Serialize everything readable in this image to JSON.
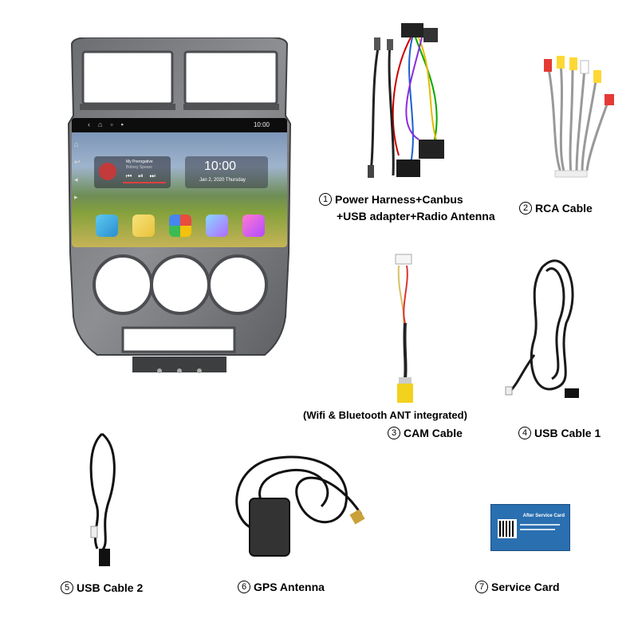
{
  "head_unit": {
    "status_time": "10:00",
    "music_widget": {
      "title": "My Prerogative",
      "artist": "Britney Spears"
    },
    "clock_widget": {
      "time": "10:00",
      "date": "Jan 2, 2020  Thursday"
    }
  },
  "items": [
    {
      "number": "1",
      "label": "Power Harness+Canbus",
      "label_line2": "+USB adapter+Radio Antenna"
    },
    {
      "number": "2",
      "label": "RCA Cable"
    },
    {
      "number": "3",
      "label": "CAM Cable"
    },
    {
      "number": "4",
      "label": "USB Cable 1"
    },
    {
      "number": "5",
      "label": "USB Cable 2"
    },
    {
      "number": "6",
      "label": "GPS Antenna"
    },
    {
      "number": "7",
      "label": "Service Card"
    }
  ],
  "note": "(Wifi & Bluetooth ANT integrated)",
  "service_card": {
    "title": "After Service Card"
  }
}
